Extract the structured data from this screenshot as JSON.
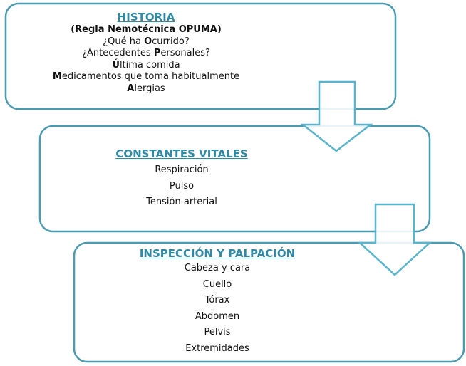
{
  "colors": {
    "border": "#4a9ab0",
    "arrow": "#5ab4cc",
    "title": "#2f8aa6"
  },
  "historia": {
    "title": "HISTORIA",
    "subtitle": "(Regla Nemotécnica OPUMA)",
    "items": [
      {
        "pre": "¿Qué ha ",
        "bold": "O",
        "post": "currido?"
      },
      {
        "pre": "¿Antecedentes ",
        "bold": "P",
        "post": "ersonales?"
      },
      {
        "pre": "",
        "bold": "Ú",
        "post": "ltima comida"
      },
      {
        "pre": "",
        "bold": "M",
        "post": "edicamentos que toma habitualmente"
      },
      {
        "pre": "",
        "bold": "A",
        "post": "lergias"
      }
    ]
  },
  "constantes": {
    "title": "CONSTANTES VITALES",
    "items": [
      "Respiración",
      "Pulso",
      "Tensión arterial"
    ]
  },
  "inspeccion": {
    "title": "INSPECCIÓN Y PALPACIÓN",
    "items": [
      "Cabeza y cara",
      "Cuello",
      "Tórax",
      "Abdomen",
      "Pelvis",
      "Extremidades"
    ]
  }
}
